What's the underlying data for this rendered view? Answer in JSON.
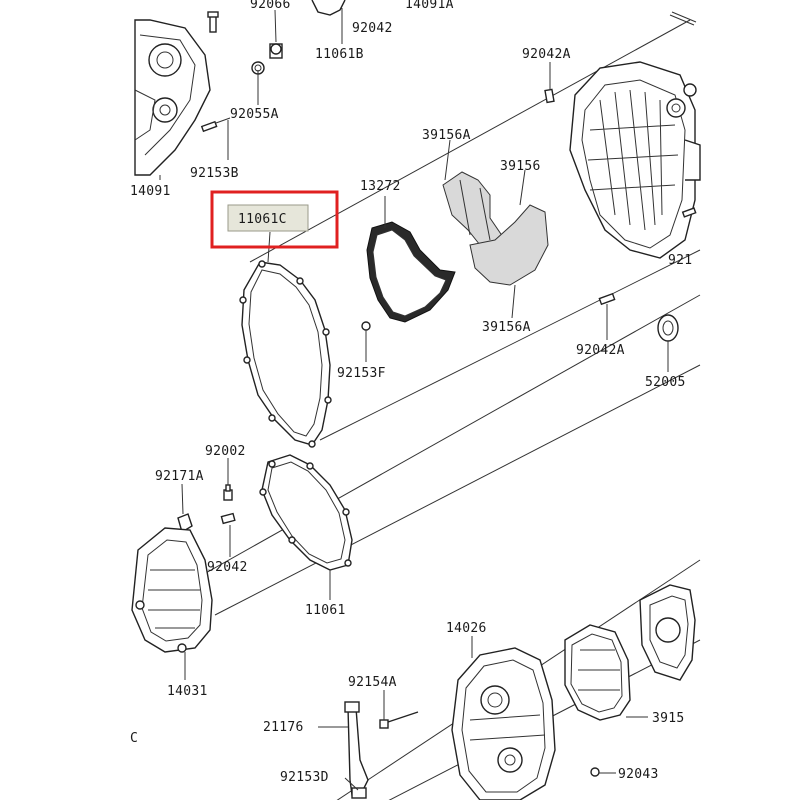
{
  "labels": {
    "l92066": "92066",
    "l14091A": "14091A",
    "l92042_top": "92042",
    "l11061B": "11061B",
    "l92042A_top": "92042A",
    "l92055A": "92055A",
    "l92153B": "92153B",
    "l14091": "14091",
    "l39156A_top": "39156A",
    "l13272": "13272",
    "l39156": "39156",
    "l11061C": "11061C",
    "l921_right": "921",
    "l39156A_bottom": "39156A",
    "l92153F": "92153F",
    "l92042A_mid": "92042A",
    "l52005": "52005",
    "l92002": "92002",
    "l92171A": "92171A",
    "l92042_mid": "92042",
    "l11061": "11061",
    "l14026": "14026",
    "l14031": "14031",
    "l92154A": "92154A",
    "l21176": "21176",
    "l3915_right": "3915",
    "l92153D": "92153D",
    "l92043": "92043",
    "lC_left": "C"
  },
  "colors": {
    "highlight_box": "#e02020",
    "label_tag_fill": "#e6e6da"
  }
}
